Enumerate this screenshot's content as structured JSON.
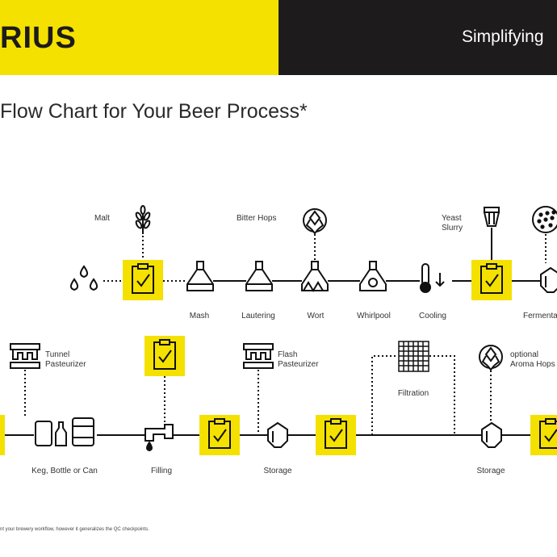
{
  "header": {
    "brand": "RIUS",
    "tagline": "Simplifying",
    "brand_color": "#f4e100",
    "dark_color": "#1d1b1b"
  },
  "title": "Flow Chart for Your Beer Process*",
  "footnote": "nt your brewery workflow, however it generalizes the QC checkpoints.",
  "row1": {
    "inputs": {
      "malt": "Malt",
      "bitter_hops": "Bitter Hops",
      "yeast_line1": "Yeast",
      "yeast_line2": "Slurry"
    },
    "steps": {
      "mash": "Mash",
      "lautering": "Lautering",
      "wort": "Wort",
      "whirlpool": "Whirlpool",
      "cooling": "Cooling",
      "fermentation": "Fermenta"
    }
  },
  "row2": {
    "inputs": {
      "tunnel_line1": "Tunnel",
      "tunnel_line2": "Pasteurizer",
      "flash_line1": "Flash",
      "flash_line2": "Pasteurizer",
      "filtration": "Filtration",
      "aroma_line1": "optional",
      "aroma_line2": "Aroma Hops"
    },
    "steps": {
      "keg": "Keg, Bottle or Can",
      "filling": "Filling",
      "storage1": "Storage",
      "storage2": "Storage"
    }
  }
}
